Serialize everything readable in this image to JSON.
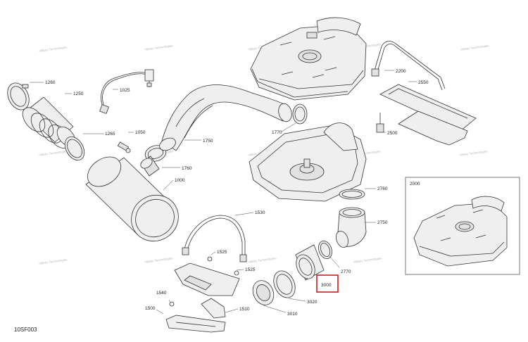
{
  "figure_code": "10SF003",
  "inset_label": "2000",
  "watermark_text": "+Bikes Technologies",
  "highlight_color": "#d01a1a",
  "parts": {
    "p1260": "1260",
    "p1250": "1250",
    "p1025": "1025",
    "p1265": "1265",
    "p1050": "1050",
    "p1760": "1760",
    "p1750": "1750",
    "p1000": "1000",
    "p1770": "1770",
    "p2200": "2200",
    "p2550": "2550",
    "p2500": "2500",
    "p2760": "2760",
    "p2750": "2750",
    "p2770": "2770",
    "p1530": "1530",
    "p1525": "1525",
    "p1525b": "1525",
    "p1540": "1540",
    "p1500": "1500",
    "p1510": "1510",
    "p3010": "3010",
    "p3020": "3020",
    "p3000": "3000"
  }
}
